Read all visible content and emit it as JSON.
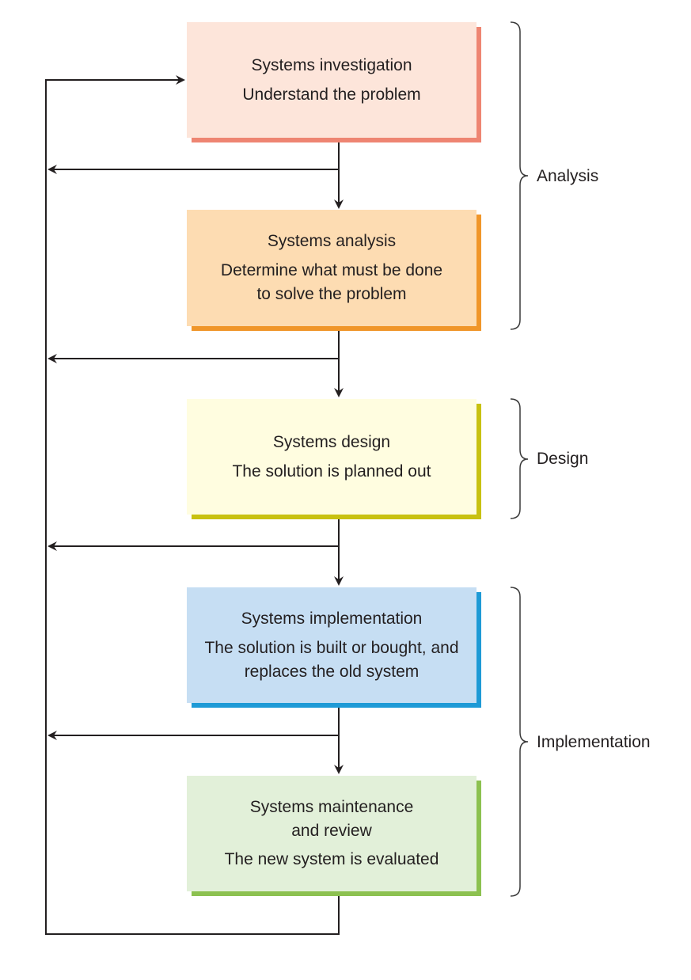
{
  "stages": [
    {
      "title": "Systems investigation",
      "description": "Understand the problem",
      "fill": "#fde5da",
      "shadow": "#ee8572"
    },
    {
      "title": "Systems analysis",
      "description": "Determine what must be done to solve the problem",
      "fill": "#fddcb2",
      "shadow": "#f0962a"
    },
    {
      "title": "Systems design",
      "description": "The solution is planned out",
      "fill": "#fffde0",
      "shadow": "#c8c111"
    },
    {
      "title": "Systems implementation",
      "description": "The solution is built or bought, and replaces the old system",
      "fill": "#c6def3",
      "shadow": "#1e9ad6"
    },
    {
      "title": "Systems maintenance and review",
      "description": "The new system is evaluated",
      "fill": "#e2f0d9",
      "shadow": "#8cc150"
    }
  ],
  "phases": {
    "analysis": "Analysis",
    "design": "Design",
    "implementation": "Implementation"
  },
  "colors": {
    "line": "#231f20",
    "bracket": "#3a3a3a"
  }
}
